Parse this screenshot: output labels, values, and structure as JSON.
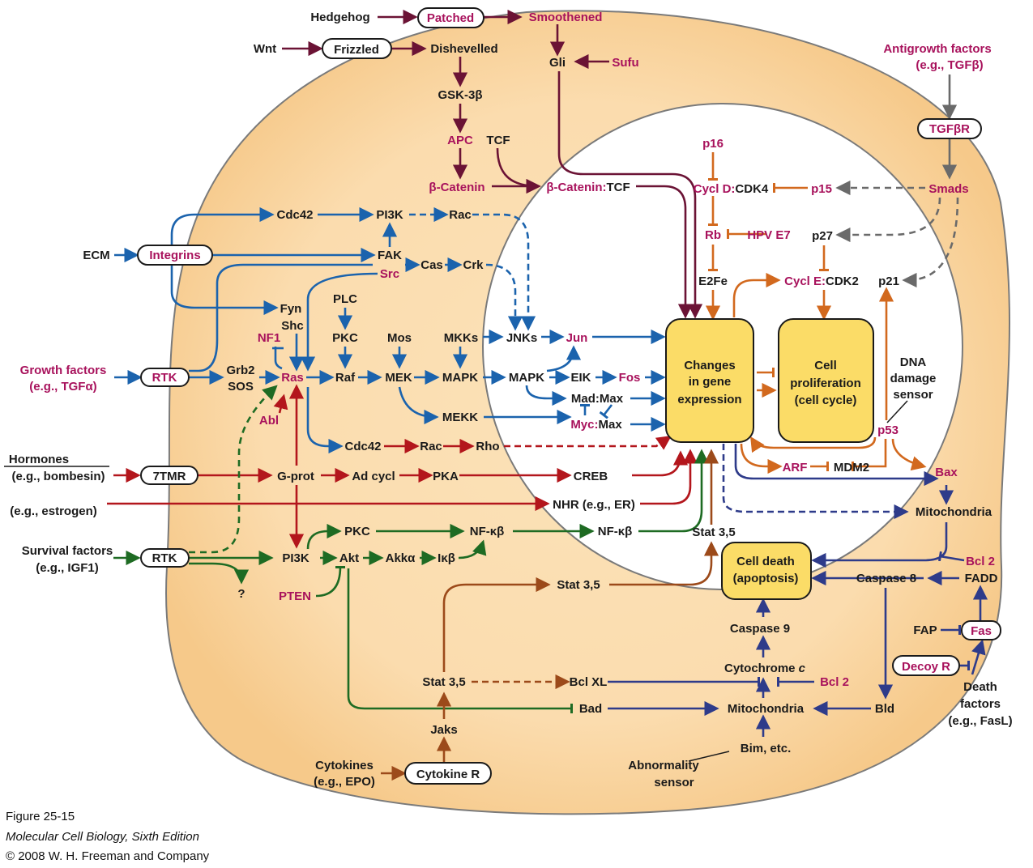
{
  "colors": {
    "magenta": "#a8125c",
    "black": "#1a1a1a",
    "blue": "#1b63ad",
    "red": "#b3161c",
    "green": "#1e6b23",
    "orange": "#d2691e",
    "maroon": "#6b1335",
    "navy": "#2e3b8a",
    "brown": "#9c4a1a",
    "gray": "#6a6a6a",
    "cell_fill": "#fbe2b8",
    "box_fill": "#fbdc67"
  },
  "caption": {
    "figure": "Figure 25-15",
    "book": "Molecular Cell Biology, Sixth Edition",
    "copyright": "© 2008 W. H. Freeman and Company"
  },
  "labels": {
    "hedgehog": "Hedgehog",
    "patched": "Patched",
    "smoothened": "Smoothened",
    "wnt": "Wnt",
    "frizzled": "Frizzled",
    "dishevelled": "Dishevelled",
    "gli": "Gli",
    "sufu": "Sufu",
    "gsk3b": "GSK-3β",
    "apc": "APC",
    "tcf": "TCF",
    "bcatenin": "β-Catenin",
    "bcatenin_tcf_a": "β-Catenin:",
    "bcatenin_tcf_b": "TCF",
    "antigrowth1": "Antigrowth factors",
    "antigrowth2": "(e.g., TGFβ)",
    "tgfbr": "TGFβR",
    "smads": "Smads",
    "p16": "p16",
    "cycld_a": "Cycl D:",
    "cycld_b": "CDK4",
    "p15": "p15",
    "rb": "Rb",
    "hpve7": "HPV E7",
    "p27": "p27",
    "e2fe": "E2Fe",
    "cycle_a": "Cycl E:",
    "cycle_b": "CDK2",
    "p21": "p21",
    "cdc42_top": "Cdc42",
    "pi3k_top": "PI3K",
    "rac_top": "Rac",
    "ecm": "ECM",
    "integrins": "Integrins",
    "fak": "FAK",
    "cas": "Cas",
    "crk": "Crk",
    "src": "Src",
    "fyn": "Fyn",
    "shc": "Shc",
    "plc": "PLC",
    "nf1": "NF1",
    "pkc_mid": "PKC",
    "mos": "Mos",
    "mkks": "MKKs",
    "jnks": "JNKs",
    "jun": "Jun",
    "gf1": "Growth factors",
    "gf2": "(e.g., TGFα)",
    "rtk1": "RTK",
    "grb2": "Grb2",
    "sos": "SOS",
    "ras": "Ras",
    "raf": "Raf",
    "mek": "MEK",
    "mapk1": "MAPK",
    "mapk2": "MAPK",
    "eik": "EIK",
    "fos": "Fos",
    "madmax": "Mad:Max",
    "myc": "Myc:",
    "max": "Max",
    "abl": "Abl",
    "mekk": "MEKK",
    "changes1": "Changes",
    "changes2": "in gene",
    "changes3": "expression",
    "cellprol1": "Cell",
    "cellprol2": "proliferation",
    "cellprol3": "(cell cycle)",
    "dna1": "DNA",
    "dna2": "damage",
    "dna3": "sensor",
    "p53": "p53",
    "cdc42_bot": "Cdc42",
    "rac_bot": "Rac",
    "rho": "Rho",
    "hormones": "Hormones",
    "bombesin": "(e.g., bombesin)",
    "tmr7": "7TMR",
    "gprot": "G-prot",
    "adcycl": "Ad cycl",
    "pka": "PKA",
    "creb": "CREB",
    "arf": "ARF",
    "mdm2": "MDM2",
    "bax": "Bax",
    "estrogen": "(e.g., estrogen)",
    "nhr": "NHR (e.g., ER)",
    "mito1": "Mitochondria",
    "survival1": "Survival factors",
    "survival2": "(e.g., IGF1)",
    "rtk2": "RTK",
    "pkc_low": "PKC",
    "nfkb1": "NF-κβ",
    "nfkb2": "NF-κβ",
    "stat_in": "Stat 3,5",
    "pi3k_low": "PI3K",
    "akt": "Akt",
    "akka": "Akkα",
    "ikb": "Iκβ",
    "qmark": "?",
    "pten": "PTEN",
    "death1": "Cell death",
    "death2": "(apoptosis)",
    "caspase8": "Caspase 8",
    "bcl2a": "Bcl 2",
    "fadd": "FADD",
    "stat_mid": "Stat 3,5",
    "caspase9": "Caspase 9",
    "fap": "FAP",
    "fas": "Fas",
    "decoyr": "Decoy R",
    "cytc_a": "Cytochrome ",
    "cytc_b": "c",
    "bcl2b": "Bcl 2",
    "stat_low": "Stat 3,5",
    "bclxl": "Bcl XL",
    "bad": "Bad",
    "mito2": "Mitochondria",
    "bid": "Bld",
    "deathf1": "Death",
    "deathf2": "factors",
    "deathf3": "(e.g., FasL)",
    "jaks": "Jaks",
    "bim": "Bim, etc.",
    "abn1": "Abnormality",
    "abn2": "sensor",
    "cytokines1": "Cytokines",
    "cytokines2": "(e.g., EPO)",
    "cytokiner": "Cytokine R"
  }
}
